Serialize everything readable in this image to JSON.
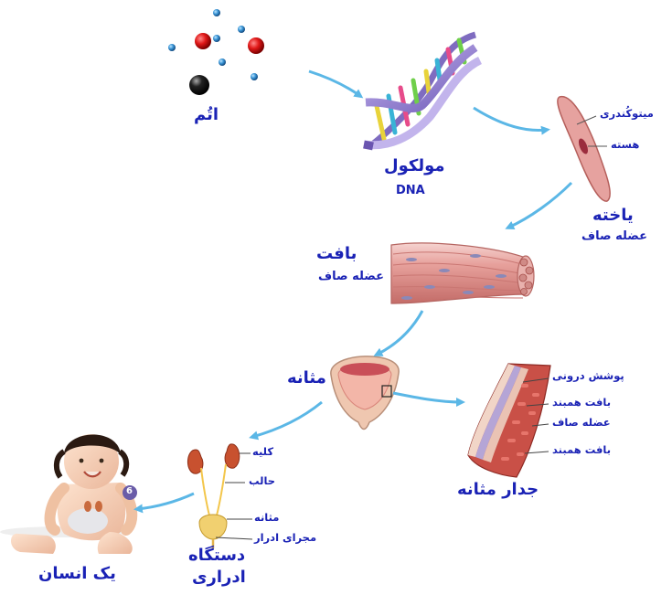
{
  "labels": {
    "atom": "اتُم",
    "molecule": "مولکول",
    "dna": "DNA",
    "mitochondria": "میتوکُندری",
    "nucleus": "هسته",
    "cell": "یاخته",
    "smooth_muscle": "عضله صاف",
    "tissue": "بافت",
    "bladder": "مثانه",
    "bladder_wall": "جدار مثانه",
    "inner_lining": "پوشش درونی",
    "connective_tissue": "بافت همبند",
    "kidney": "کلیه",
    "ureter": "حالب",
    "urethra": "مجرای ادرار",
    "urinary_system_line1": "دستگاه",
    "urinary_system_line2": "ادراری",
    "human": "یک انسان",
    "badge": "6"
  },
  "colors": {
    "label_text": "#1a22b5",
    "arrow": "#5bb7e6",
    "muscle": "#e39a98",
    "atom_red": "#d62020",
    "atom_blue": "#3a8fd0"
  }
}
